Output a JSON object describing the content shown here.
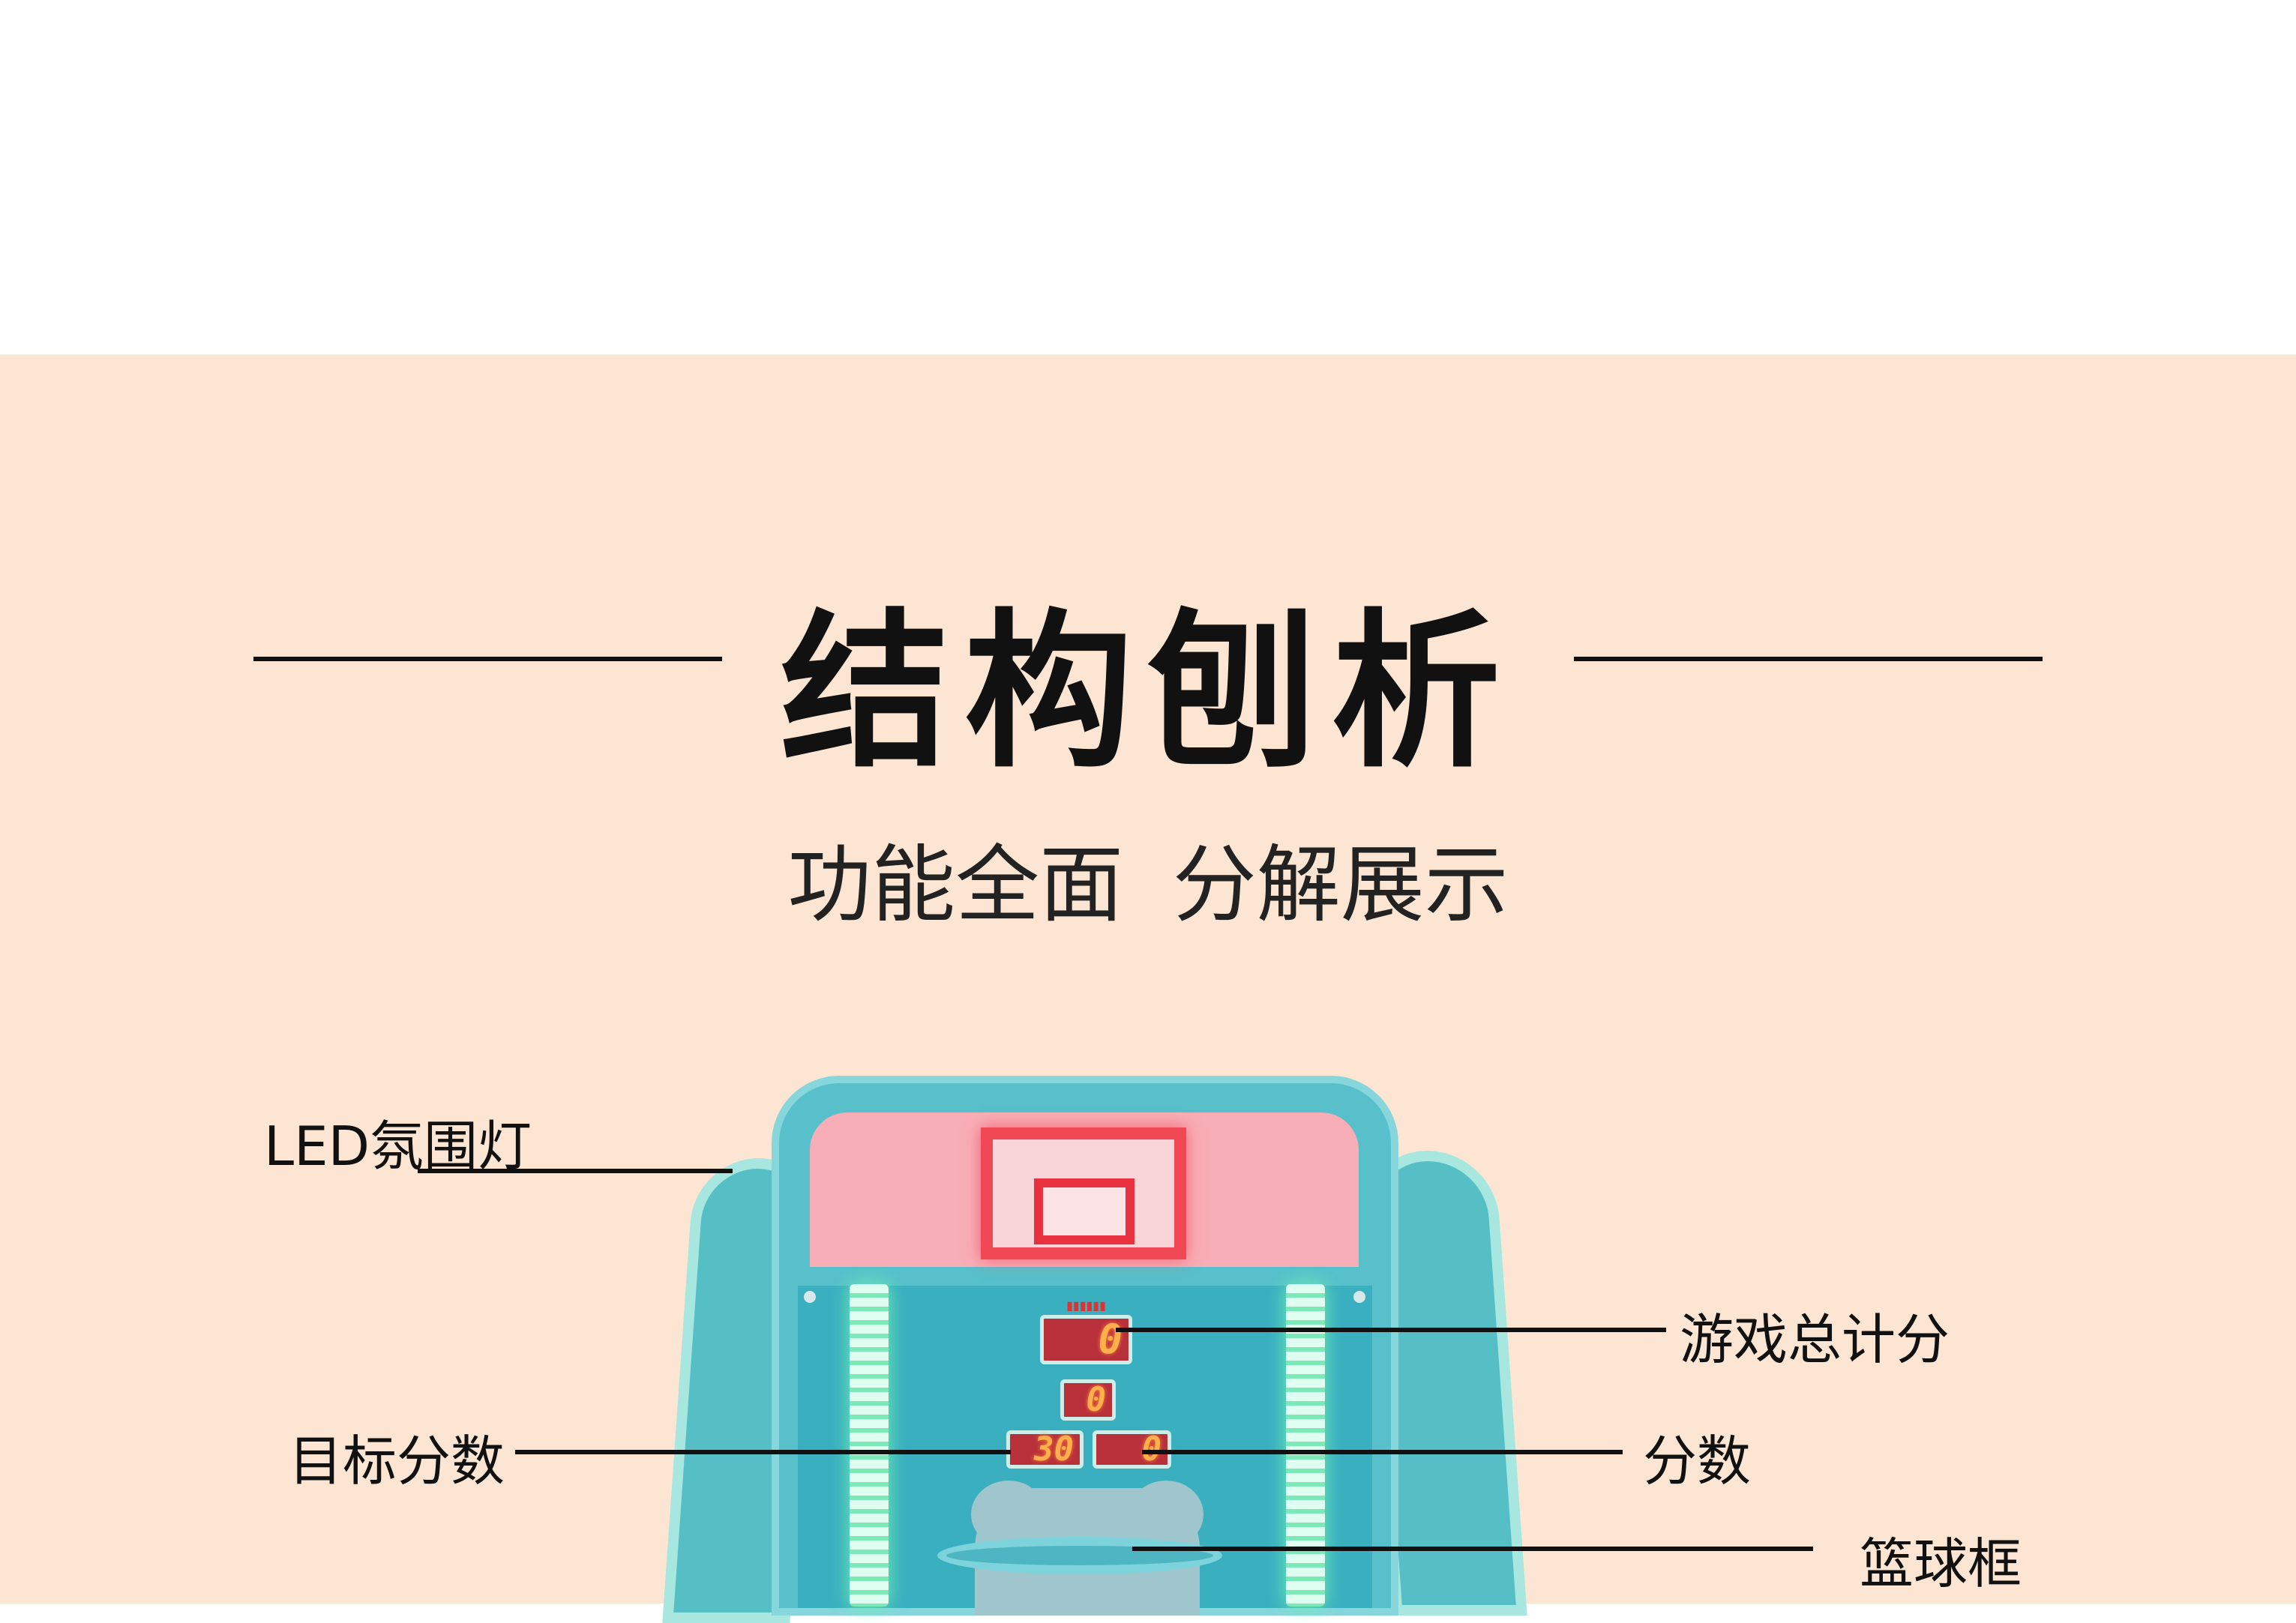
{
  "header": {
    "title": "结构刨析",
    "subtitle": "功能全面 分解展示"
  },
  "machine": {
    "displays": {
      "total_score": "0",
      "target": "0",
      "target_score": "30",
      "score": "0"
    }
  },
  "callouts": {
    "led_light": "LED氛围灯",
    "total_score": "游戏总计分",
    "target_score": "目标分数",
    "score": "分数",
    "hoop": "篮球框"
  },
  "colors": {
    "background": "#fce6d3",
    "frame": "#57c0cb",
    "backboard": "#f04855",
    "led": "#7de8b8"
  }
}
